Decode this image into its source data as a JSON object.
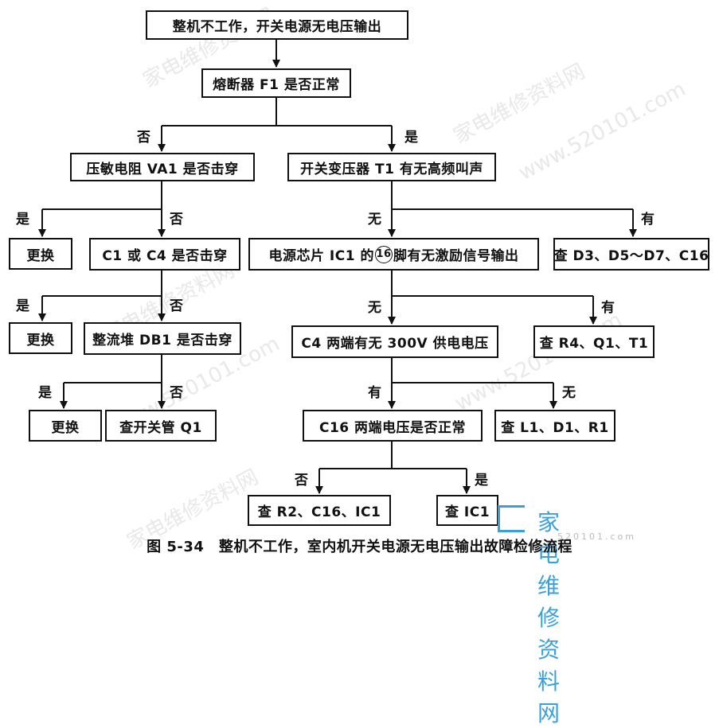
{
  "nodes": {
    "root": "整机不工作，开关电源无电压输出",
    "fuse": "熔断器 F1 是否正常",
    "varistor": "压敏电阻 VA1 是否击穿",
    "transformer": "开关变压器 T1 有无高频叫声",
    "replace1": "更换",
    "c1c4": "C1 或 C4 是否击穿",
    "ic_pre": "电源芯片 IC1 的",
    "ic_pin": "16",
    "ic_post": "脚有无激励信号输出",
    "check_d3": "查 D3、D5～D7、C16",
    "replace2": "更换",
    "bridge": "整流堆 DB1 是否击穿",
    "c4v": "C4 两端有无 300V 供电电压",
    "check_r4": "查 R4、Q1、T1",
    "replace3": "更换",
    "check_q1": "查开关管 Q1",
    "c16": "C16 两端电压是否正常",
    "check_l1": "查 L1、D1、R1",
    "check_r2": "查 R2、C16、IC1",
    "check_ic1": "查 IC1"
  },
  "labels": {
    "no": "否",
    "yes": "是",
    "none": "无",
    "has": "有"
  },
  "caption": "图 5-34　整机不工作，室内机开关电源无电压输出故障检修流程",
  "watermark": {
    "text1": "家电维修资料网",
    "text2": "www.520101.com",
    "logo_text": "家电维修资料网",
    "logo_url": "520101.com"
  },
  "colors": {
    "line": "#111111",
    "logo": "#3aa0d8"
  }
}
